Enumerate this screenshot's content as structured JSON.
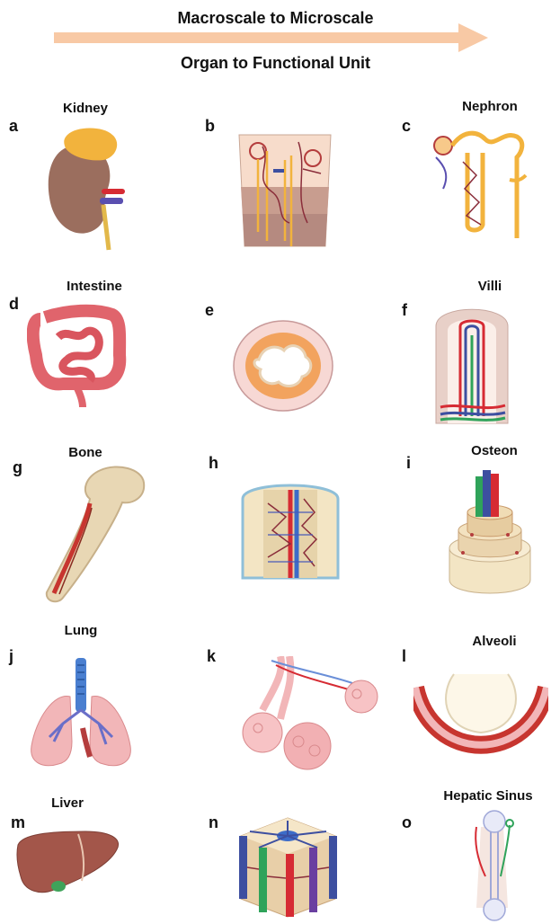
{
  "header": {
    "title": "Macroscale to Microscale",
    "subtitle": "Organ to Functional Unit"
  },
  "panels": {
    "a": {
      "letter": "a",
      "title": "Kidney"
    },
    "b": {
      "letter": "b"
    },
    "c": {
      "letter": "c",
      "title": "Nephron"
    },
    "d": {
      "letter": "d",
      "title": "Intestine"
    },
    "e": {
      "letter": "e"
    },
    "f": {
      "letter": "f",
      "title": "Villi"
    },
    "g": {
      "letter": "g",
      "title": "Bone"
    },
    "h": {
      "letter": "h"
    },
    "i": {
      "letter": "i",
      "title": "Osteon"
    },
    "j": {
      "letter": "j",
      "title": "Lung"
    },
    "k": {
      "letter": "k"
    },
    "l": {
      "letter": "l",
      "title": "Alveoli"
    },
    "m": {
      "letter": "m",
      "title": "Liver"
    },
    "n": {
      "letter": "n"
    },
    "o": {
      "letter": "o",
      "title": "Hepatic Sinus"
    }
  },
  "colors": {
    "arrow": "#f8c9a5",
    "kidney": "#9b6e5e",
    "adrenal": "#f2b33d",
    "artery": "#d62b33",
    "vein": "#5a4fb0",
    "intestine": "#e0646c",
    "bone": "#e8d7b4",
    "lung": "#f2b6b8",
    "trachea": "#4a7fd0",
    "liver": "#a3564a"
  }
}
